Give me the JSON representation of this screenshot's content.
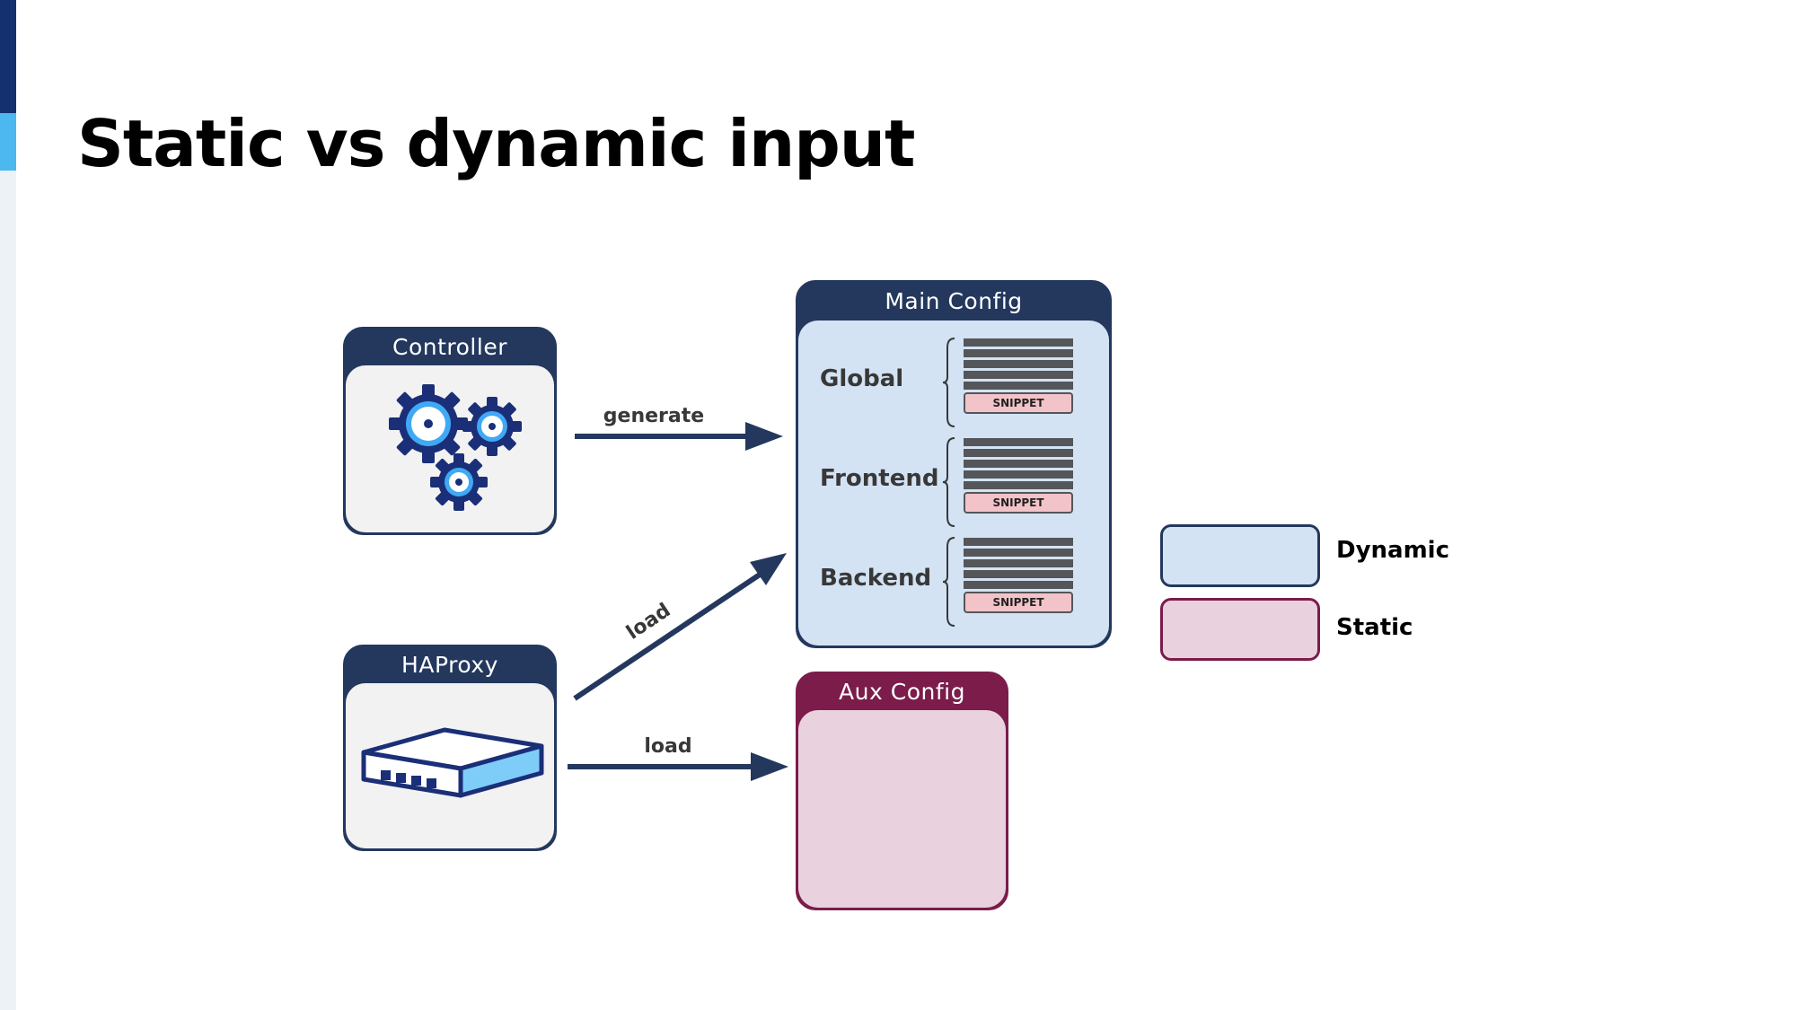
{
  "slide": {
    "title": "Static vs dynamic input",
    "accent_colors": {
      "dark": "#14306f",
      "light": "#4db7f0"
    }
  },
  "nodes": {
    "controller": {
      "label": "Controller",
      "icon": "gears-icon"
    },
    "haproxy": {
      "label": "HAProxy",
      "icon": "network-switch-icon"
    },
    "main_config": {
      "label": "Main Config",
      "sections": [
        {
          "label": "Global",
          "snippet": "SNIPPET"
        },
        {
          "label": "Frontend",
          "snippet": "SNIPPET"
        },
        {
          "label": "Backend",
          "snippet": "SNIPPET"
        }
      ]
    },
    "aux_config": {
      "label": "Aux Config"
    }
  },
  "edges": [
    {
      "from": "controller",
      "to": "main_config",
      "label": "generate"
    },
    {
      "from": "haproxy",
      "to": "main_config",
      "label": "load"
    },
    {
      "from": "haproxy",
      "to": "aux_config",
      "label": "load"
    }
  ],
  "legend": [
    {
      "label": "Dynamic",
      "fill": "#d3e3f3",
      "border": "#24385e"
    },
    {
      "label": "Static",
      "fill": "#e9d2de",
      "border": "#7b1c4a"
    }
  ],
  "colors": {
    "navy": "#24385e",
    "maroon": "#7b1c4a",
    "dynamic_fill": "#d3e3f3",
    "static_fill": "#e9d2de",
    "node_fill": "#f2f2f3",
    "snippet_fill": "#f2c3c8"
  }
}
